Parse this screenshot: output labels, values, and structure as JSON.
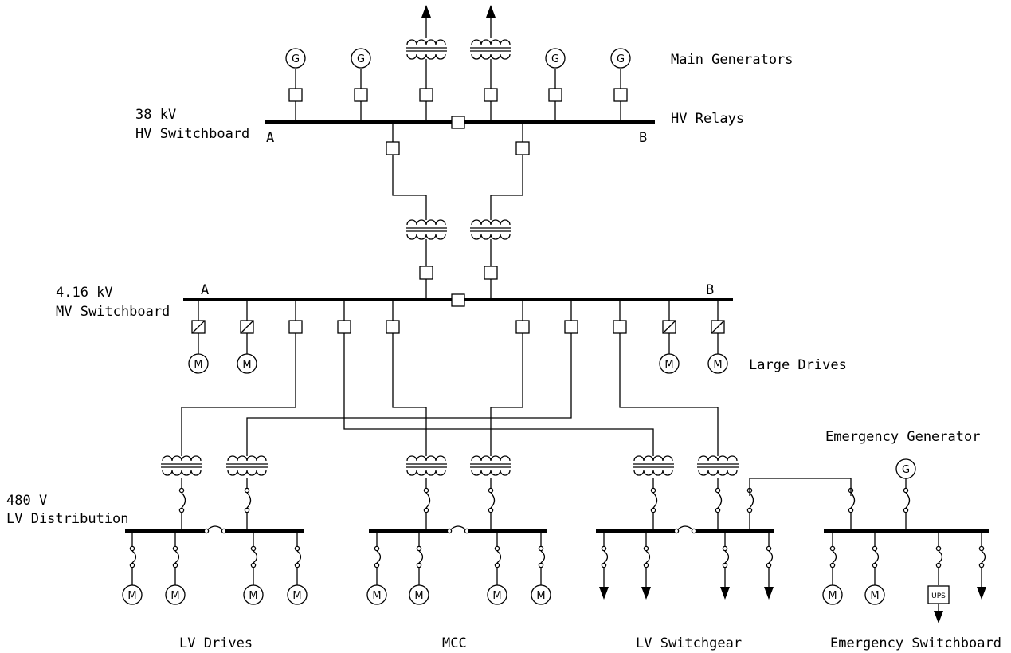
{
  "hv": {
    "voltage": "38 kV",
    "name": "HV Switchboard",
    "section_a": "A",
    "section_b": "B",
    "generators_label": "Main Generators",
    "relays_label": "HV Relays"
  },
  "mv": {
    "voltage": "4.16 kV",
    "name": "MV Switchboard",
    "section_a": "A",
    "section_b": "B",
    "drives_label": "Large Drives"
  },
  "lv": {
    "voltage": "480 V",
    "name": "LV Distribution",
    "groups": [
      "LV Drives",
      "MCC",
      "LV Switchgear",
      "Emergency Switchboard"
    ]
  },
  "emergency": {
    "generator_label": "Emergency Generator",
    "ups_label": "UPS"
  },
  "symbols": {
    "generator": "G",
    "motor": "M"
  }
}
